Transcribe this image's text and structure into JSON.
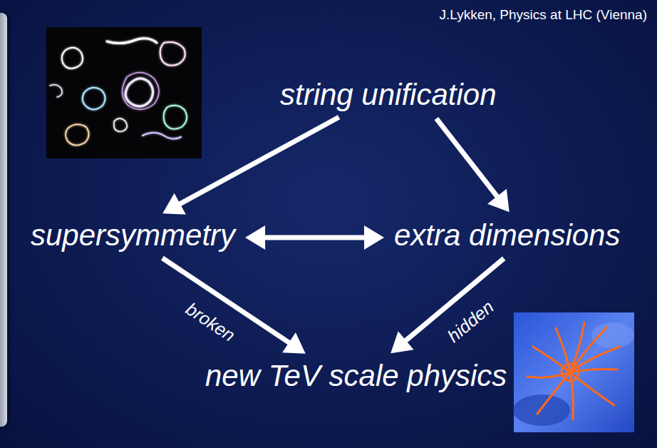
{
  "diagram": {
    "nodes": [
      {
        "text": [
          "string unification"
        ]
      },
      {
        "text": [
          "supersymmetry"
        ]
      },
      {
        "text": [
          "extra dimensions"
        ]
      },
      {
        "text": [
          "new TeV scale physics"
        ]
      }
    ],
    "edges": [
      {
        "from": 0,
        "to": 1,
        "arrow": "to"
      },
      {
        "from": 0,
        "to": 2,
        "arrow": "to"
      },
      {
        "from": 1,
        "to": 2,
        "arrow": "both"
      },
      {
        "from": 1,
        "to": 3,
        "label": "broken",
        "arrow": "to"
      },
      {
        "from": 2,
        "to": 3,
        "label": "hidden",
        "arrow": "to"
      }
    ],
    "labels": [
      "J.Lykken, Physics at LHC (Vienna)"
    ]
  }
}
